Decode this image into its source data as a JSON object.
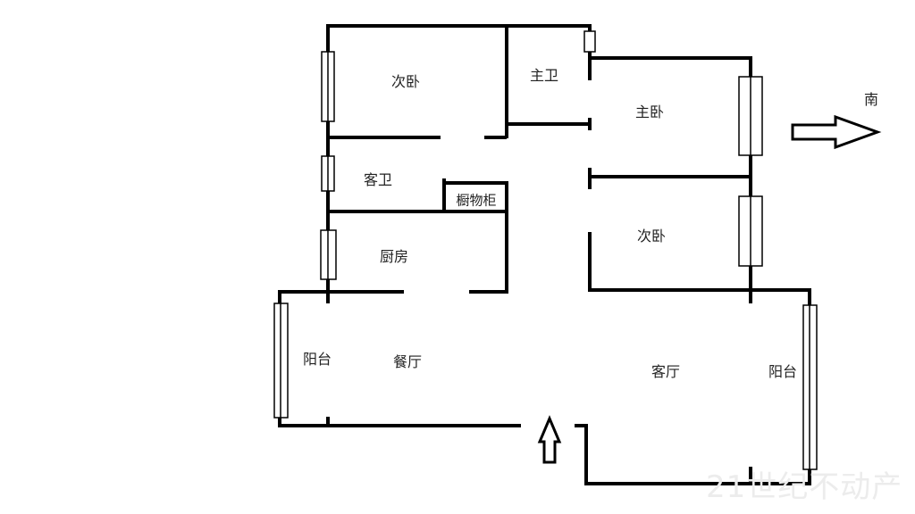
{
  "rooms": {
    "bedroom2_top": "次卧",
    "master_bath": "主卫",
    "master_bedroom": "主卧",
    "guest_bath": "客卫",
    "closet": "橱物柜",
    "kitchen": "厨房",
    "bedroom2_right": "次卧",
    "balcony_left": "阳台",
    "dining": "餐厅",
    "living": "客厅",
    "balcony_right": "阳台"
  },
  "compass": {
    "label": "南",
    "icon": "arrow-right-icon"
  },
  "entrance": {
    "icon": "arrow-up-icon"
  },
  "watermark": "21世纪不动产",
  "colors": {
    "wall": "#000000",
    "text": "#222222"
  }
}
